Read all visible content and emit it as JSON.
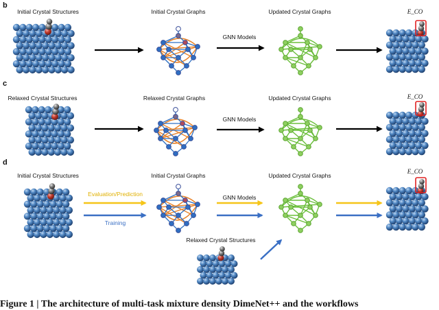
{
  "panels": [
    {
      "letter": "b",
      "left_title": "Initial Crystal Structures",
      "graph_title": "Initial Crystal Graphs",
      "model_label": "GNN Models",
      "updated_title": "Updated Crystal Graphs",
      "energy_label": "E_CO"
    },
    {
      "letter": "c",
      "left_title": "Relaxed Crystal Structures",
      "graph_title": "Relaxed Crystal Graphs",
      "model_label": "GNN Models",
      "updated_title": "Updated Crystal Graphs",
      "energy_label": "E_CO"
    },
    {
      "letter": "d",
      "left_title": "Initial Crystal Structures",
      "graph_title": "Initial Crystal Graphs",
      "model_label": "GNN Models",
      "updated_title": "Updated Crystal Graphs",
      "energy_label": "E_CO",
      "eval_label": "Evaluation/Prediction",
      "train_label": "Training",
      "relaxed_label": "Relaxed Crystal Structures"
    }
  ],
  "caption": "Figure 1 | The architecture of multi-task mixture density DimeNet++ and the workflows",
  "colors": {
    "atom": "#3f78b4",
    "adsorbate_red": "#c0392b",
    "adsorbate_gray": "#7a7a7a",
    "graph_blue": "#2e6fc2",
    "graph_orange": "#e8832a",
    "graph_dark": "#3b4f9a",
    "updated_green": "#6bbf3b",
    "eval_arrow": "#f5c518",
    "train_arrow": "#3a6fc4",
    "highlight_box": "#e02020"
  }
}
